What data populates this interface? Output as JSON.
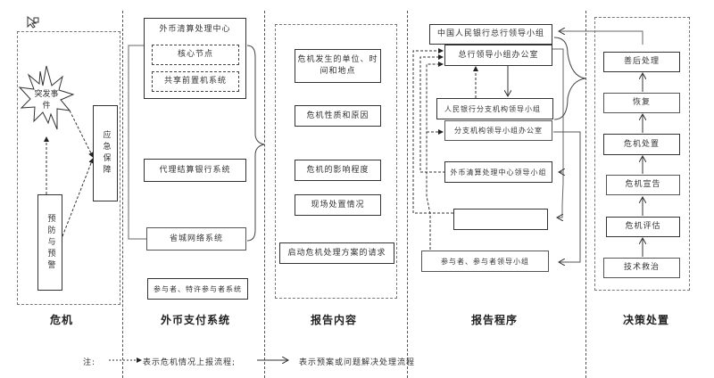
{
  "sections": {
    "crisis": {
      "caption": "危机",
      "burst": "突发事件",
      "prevention": "预防与预警",
      "emergency": "应急保障"
    },
    "payment_system": {
      "caption": "外币支付系统",
      "clearing_center": "外币清算处理中心",
      "core_node": "核心节点",
      "shared_frontend": "共享前置机系统",
      "agent_bank": "代理结算银行系统",
      "provincial_network": "省城网络系统",
      "participants": "参与者、特许参与者系统"
    },
    "report_content": {
      "caption": "报告内容",
      "items": [
        "危机发生的单位、时间和地点",
        "危机性质和原因",
        "危机的影响程度",
        "现场处置情况",
        "启动危机处理方案的请求"
      ]
    },
    "report_procedure": {
      "caption": "报告程序",
      "pbc_hq_group": "中国人民银行总行领导小组",
      "hq_office": "总行领导小组办公室",
      "branch_group": "人民银行分支机构领导小组",
      "branch_office": "分支机构领导小组办公室",
      "clearing_center_group": "外币清算处理中心领导小组",
      "blank_box": "",
      "participants_group": "参与者、参与者领导小组"
    },
    "decision": {
      "caption": "决策处置",
      "steps": [
        "善后处理",
        "恢复",
        "危机处置",
        "危机宣告",
        "危机评估",
        "技术救治"
      ]
    }
  },
  "legend": {
    "prefix": "注:",
    "dashed_text": "表示危机情况上报流程;",
    "solid_text": "表示预案或问题解决处理流程"
  }
}
